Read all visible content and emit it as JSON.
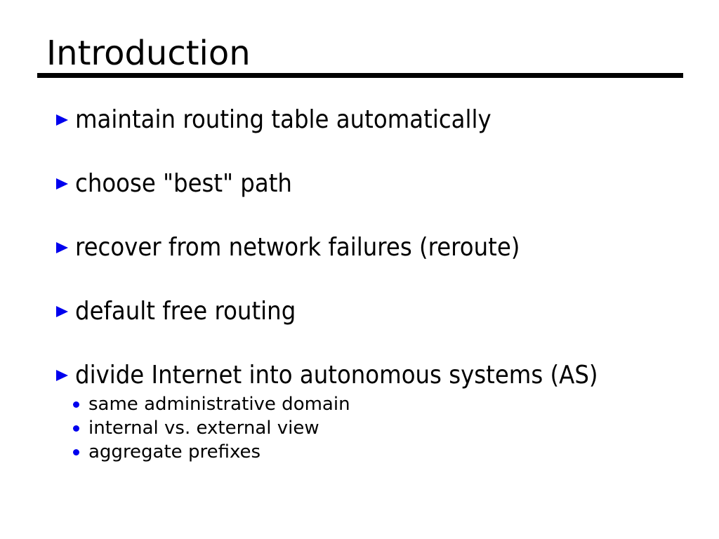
{
  "slide": {
    "title": "Introduction",
    "bullets": [
      {
        "label": "maintain routing table automatically"
      },
      {
        "label": "choose \"best\" path"
      },
      {
        "label": "recover from network failures (reroute)"
      },
      {
        "label": "default free routing"
      },
      {
        "label": "divide Internet into autonomous systems (AS)",
        "subitems": [
          {
            "label": "same administrative domain"
          },
          {
            "label": "internal vs. external view"
          },
          {
            "label": "aggregate prefixes"
          }
        ]
      }
    ],
    "colors": {
      "background": "#ffffff",
      "text": "#000000",
      "title_rule": "#000000",
      "bullet_marker": "#0000ee"
    }
  }
}
